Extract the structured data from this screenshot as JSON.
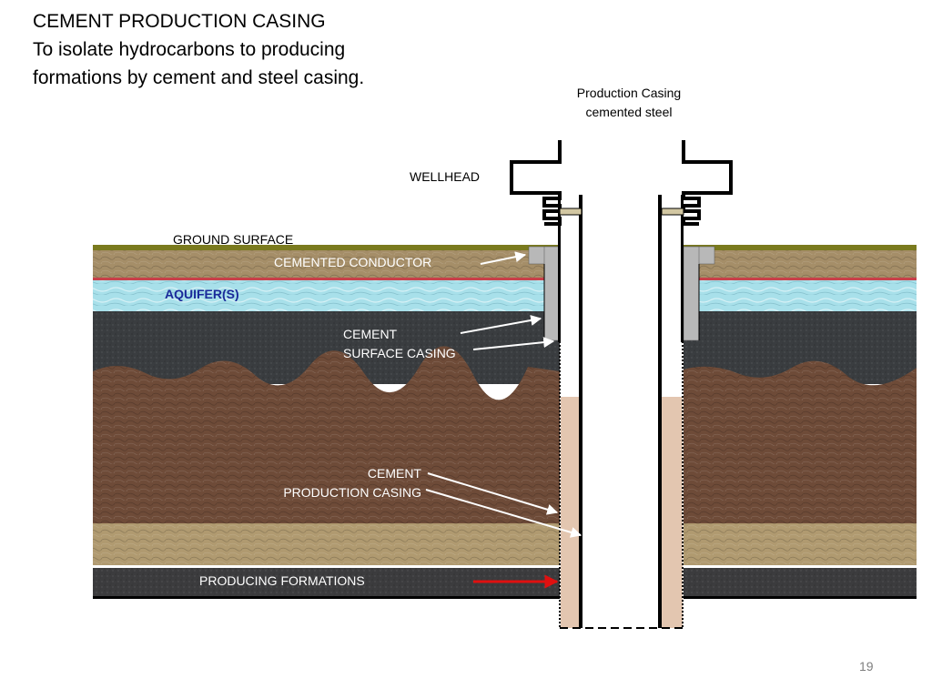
{
  "slide": {
    "title_line1": "CEMENT PRODUCTION CASING",
    "title_line2": "To isolate hydrocarbons to producing",
    "title_line3": "formations by cement and steel casing.",
    "page_number": "19"
  },
  "labels": {
    "production_casing_line1": "Production Casing",
    "production_casing_line2": "cemented steel",
    "wellhead": "WELLHEAD",
    "ground_surface": "GROUND SURFACE",
    "cemented_conductor": "CEMENTED CONDUCTOR",
    "aquifers": "AQUIFER(S)",
    "cement_surface_casing_line1": "CEMENT",
    "cement_surface_casing_line2": "SURFACE CASING",
    "cement_production_casing_line1": "CEMENT",
    "cement_production_casing_line2": "PRODUCTION CASING",
    "producing_formations": "PRODUCING FORMATIONS"
  },
  "colors": {
    "ground_surface": "#7a7a1e",
    "topsoil": "#a58e68",
    "red_line": "#c8404a",
    "aquifer": "#a8e0ea",
    "shale": "#3a3d40",
    "brown_rock": "#6e4b38",
    "sandstone": "#b09a70",
    "producing_formation": "#3c3c3e",
    "cement": "#e3c6b0",
    "steel_conductor": "#b8b8b8",
    "arrow_red": "#e01010",
    "aquifer_text": "#1a2a9a"
  }
}
